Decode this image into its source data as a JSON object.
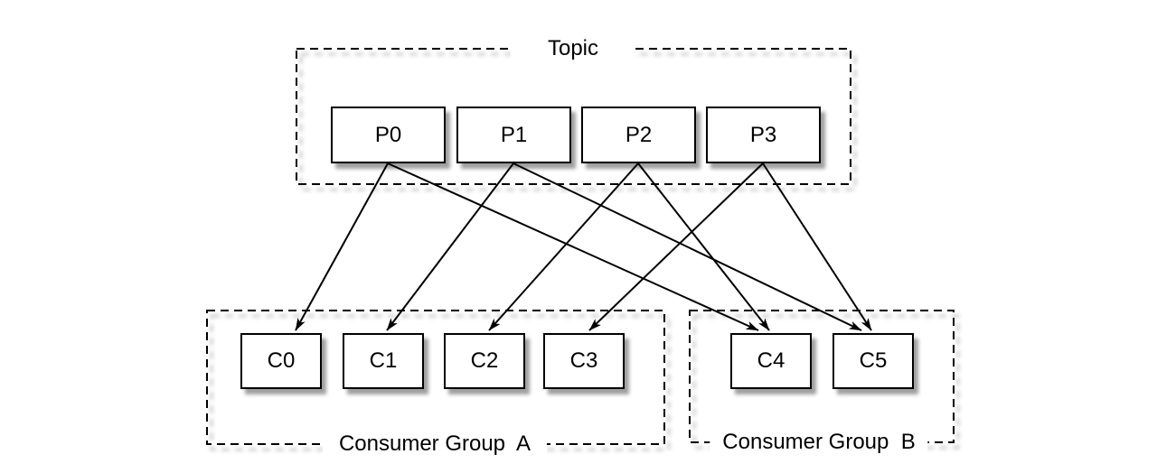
{
  "diagram": {
    "topic": {
      "label": "Topic",
      "partitions": [
        {
          "label": "P0"
        },
        {
          "label": "P1"
        },
        {
          "label": "P2"
        },
        {
          "label": "P3"
        }
      ]
    },
    "consumer_groups": [
      {
        "label": "Consumer Group  A",
        "consumers": [
          {
            "label": "C0"
          },
          {
            "label": "C1"
          },
          {
            "label": "C2"
          },
          {
            "label": "C3"
          }
        ]
      },
      {
        "label": "Consumer Group  B",
        "consumers": [
          {
            "label": "C4"
          },
          {
            "label": "C5"
          }
        ]
      }
    ],
    "connections": [
      {
        "from": "P0",
        "to": "C0"
      },
      {
        "from": "P1",
        "to": "C1"
      },
      {
        "from": "P2",
        "to": "C2"
      },
      {
        "from": "P3",
        "to": "C3"
      },
      {
        "from": "P0",
        "to": "C4"
      },
      {
        "from": "P2",
        "to": "C4"
      },
      {
        "from": "P1",
        "to": "C5"
      },
      {
        "from": "P3",
        "to": "C5"
      }
    ],
    "colors": {
      "line": "#000000",
      "box_border": "#000000",
      "background": "#ffffff"
    }
  }
}
